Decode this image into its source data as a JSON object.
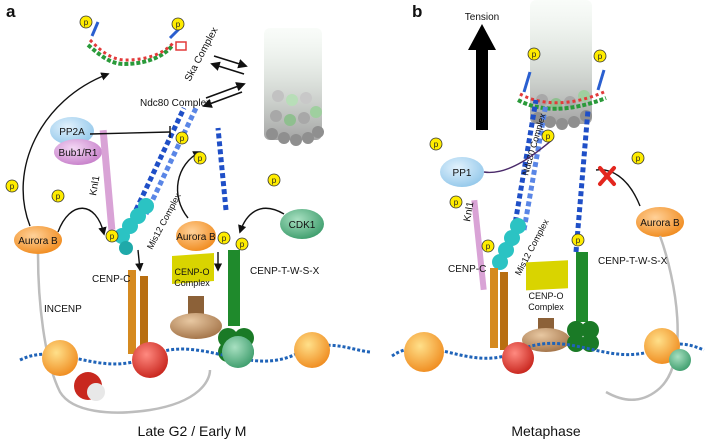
{
  "panel_a": {
    "letter": "a",
    "caption": "Late G2 / Early M",
    "ska_complex": "Ska Complex",
    "ndc80_complex": "Ndc80 Complex",
    "pp2a": "PP2A",
    "bub1": "Bub1/R1",
    "knl1": "Knl1",
    "mis12_complex": "Mis12 Complex",
    "aurora_b_left": "Aurora B",
    "aurora_b_center": "Aurora B",
    "cdk1": "CDK1",
    "cenp_c": "CENP-C",
    "cenp_o_line1": "CENP-O",
    "cenp_o_line2": "Complex",
    "cenp_tswx": "CENP-T-W-S-X",
    "incenp": "INCENP",
    "phospho": "p"
  },
  "panel_b": {
    "letter": "b",
    "caption": "Metaphase",
    "tension": "Tension",
    "pp1": "PP1",
    "ndc80_complex": "Ndc80 Complex",
    "knl1": "Knl1",
    "mis12_complex": "Mis12 Complex",
    "cenp_c": "CENP-C",
    "cenp_o_line1": "CENP-O",
    "cenp_o_line2": "Complex",
    "cenp_tswx": "CENP-T-W-S-X",
    "aurora_b": "Aurora B",
    "phospho": "p"
  },
  "colors": {
    "aurora_b": "#f39a2a",
    "pp2a": "#a9d3ee",
    "bub1": "#d79ad9",
    "cdk1": "#4fae7f",
    "phospho": "#ffec00",
    "cenp_o": "#d9d400",
    "cenp_t": "#1f8a2c",
    "cenp_c": "#d58a20",
    "ndc80": "#1f4fc7",
    "knl1": "#d9a3d6",
    "mis12": "#2bc3c3",
    "inhibit_x": "#e3261e"
  }
}
